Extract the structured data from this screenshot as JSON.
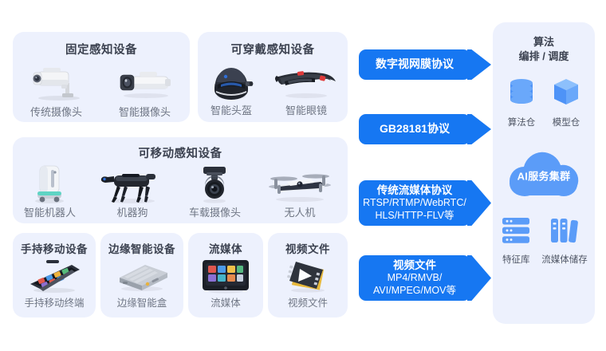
{
  "theme": {
    "card_bg": "#edf1fd",
    "badge_blue": "#1677f2",
    "icon_blue": "#5b9cf8",
    "title_color": "#3c4250",
    "label_color": "#6f7684",
    "page_bg": "#ffffff"
  },
  "left": {
    "fixed_card": {
      "title": "固定感知设备",
      "devices": [
        {
          "label": "传统摄像头",
          "icon": "traditional-camera-icon"
        },
        {
          "label": "智能摄像头",
          "icon": "smart-camera-icon"
        }
      ]
    },
    "wearable_card": {
      "title": "可穿戴感知设备",
      "devices": [
        {
          "label": "智能头盔",
          "icon": "smart-helmet-icon"
        },
        {
          "label": "智能眼镜",
          "icon": "smart-glasses-icon"
        }
      ]
    },
    "mobile_card": {
      "title": "可移动感知设备",
      "devices": [
        {
          "label": "智能机器人",
          "icon": "service-robot-icon"
        },
        {
          "label": "机器狗",
          "icon": "robot-dog-icon"
        },
        {
          "label": "车载摄像头",
          "icon": "vehicle-camera-icon"
        },
        {
          "label": "无人机",
          "icon": "drone-icon"
        }
      ]
    },
    "bottom_cards": [
      {
        "title": "手持移动设备",
        "label": "手持移动终端",
        "icon": "handheld-terminal-icon"
      },
      {
        "title": "边缘智能设备",
        "label": "边缘智能盒",
        "icon": "edge-box-icon"
      },
      {
        "title": "流媒体",
        "label": "流媒体",
        "icon": "streaming-tablet-icon"
      },
      {
        "title": "视频文件",
        "label": "视频文件",
        "icon": "video-file-icon"
      }
    ]
  },
  "protocols": [
    {
      "main": "数字视网膜协议",
      "sub": ""
    },
    {
      "main": "GB28181协议",
      "sub": ""
    },
    {
      "main": "传统流媒体协议",
      "sub": "RTSP/RTMP/WebRTC/\nHLS/HTTP-FLV等"
    },
    {
      "main": "视频文件",
      "sub": "MP4/RMVB/\nAVI/MPEG/MOV等"
    }
  ],
  "right_panel": {
    "title": "算法\n编排 / 调度",
    "repos": [
      {
        "label": "算法仓",
        "icon": "database-stack-icon"
      },
      {
        "label": "模型仓",
        "icon": "cube-box-icon"
      }
    ],
    "cloud": {
      "label": "AI服务集群",
      "icon": "cloud-icon"
    },
    "stores": [
      {
        "label": "特征库",
        "icon": "server-rack-icon"
      },
      {
        "label": "流媒体储存",
        "icon": "storage-bars-icon"
      }
    ]
  }
}
